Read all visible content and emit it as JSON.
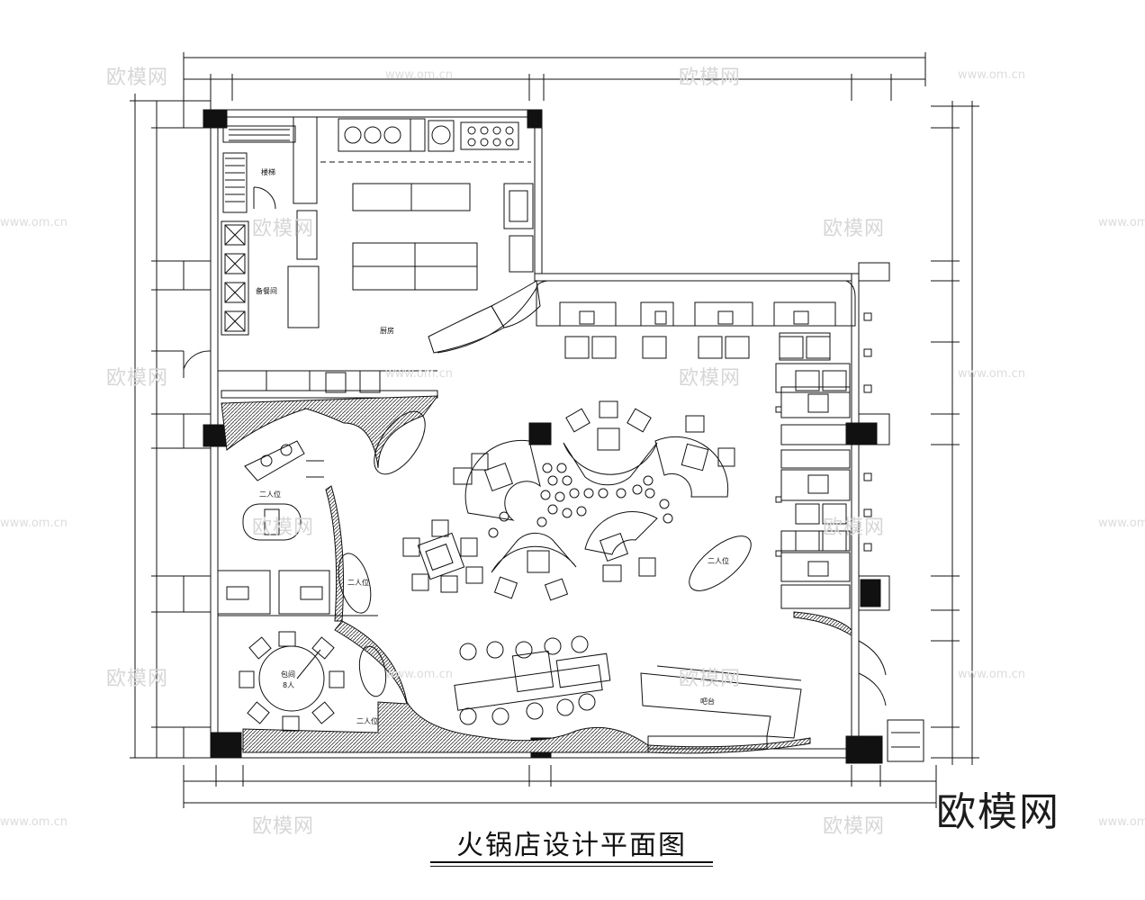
{
  "drawing": {
    "title": "火锅店设计平面图",
    "brand": "欧模网"
  },
  "watermarks": {
    "brand_text": "欧模网",
    "url_text": "www.om.cn"
  },
  "room_labels": {
    "staircase": "楼梯",
    "kitchen": "厨房",
    "storage": "备餐间",
    "private_room": "包间",
    "private_room_count": "8人",
    "booth_seat_left": "二人位",
    "booth_seat_center": "二人位",
    "booth_seat_right": "二人位",
    "booth_seat_bottom": "二人位",
    "bar_counter": "吧台"
  },
  "colors": {
    "line": "#111111",
    "hatch": "#555555",
    "watermark": "#d6d6d6"
  }
}
